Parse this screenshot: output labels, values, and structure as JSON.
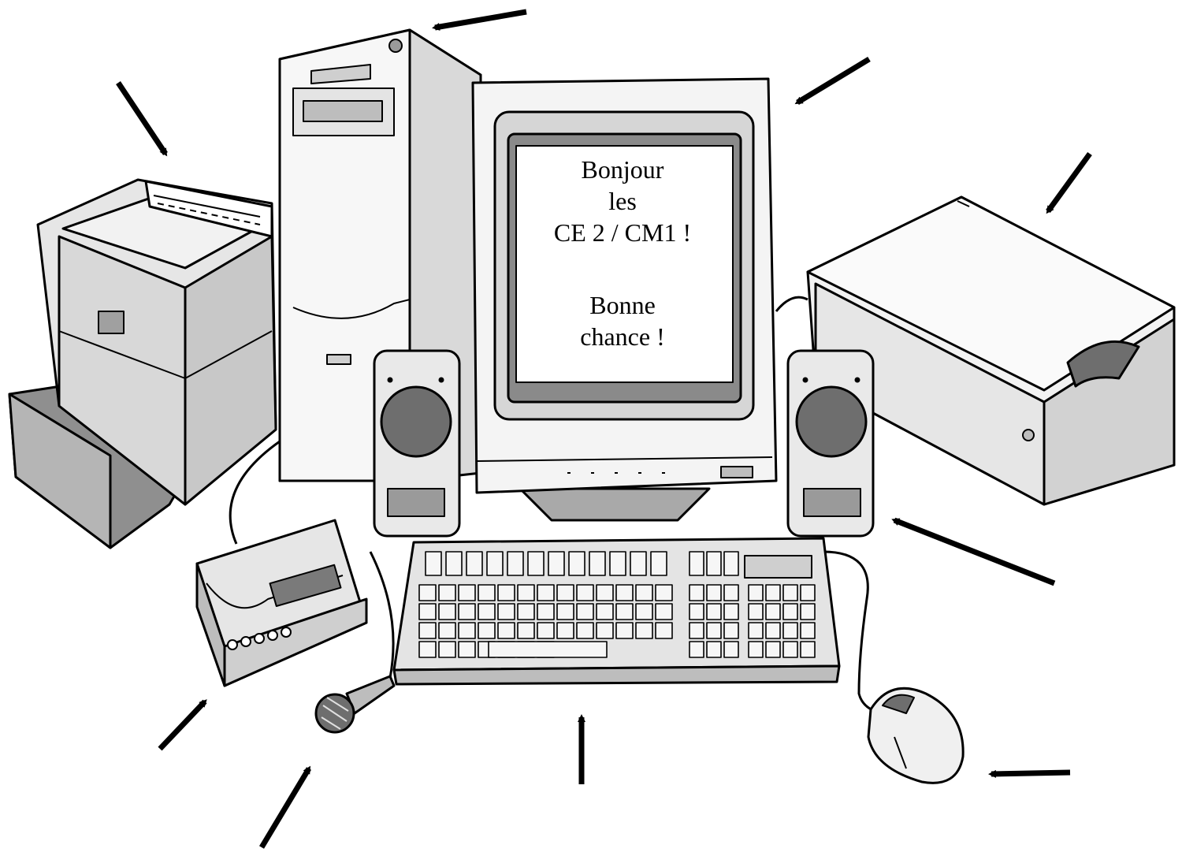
{
  "screen": {
    "greeting_line1": "Bonjour",
    "greeting_line2": "les",
    "greeting_line3": "CE 2 / CM1 !",
    "wish_line1": "Bonne",
    "wish_line2": "chance !"
  },
  "colors": {
    "ink": "#000000",
    "paper": "#ffffff",
    "light_gray": "#e4e4e4",
    "mid_gray": "#bdbdbd",
    "dark_gray": "#6e6e6e",
    "screen_bezel": "#8a8a8a"
  },
  "labeled_components": [
    "printer",
    "computer-tower",
    "monitor",
    "scanner",
    "speaker-left",
    "speaker-right",
    "modem",
    "microphone",
    "keyboard",
    "mouse"
  ]
}
